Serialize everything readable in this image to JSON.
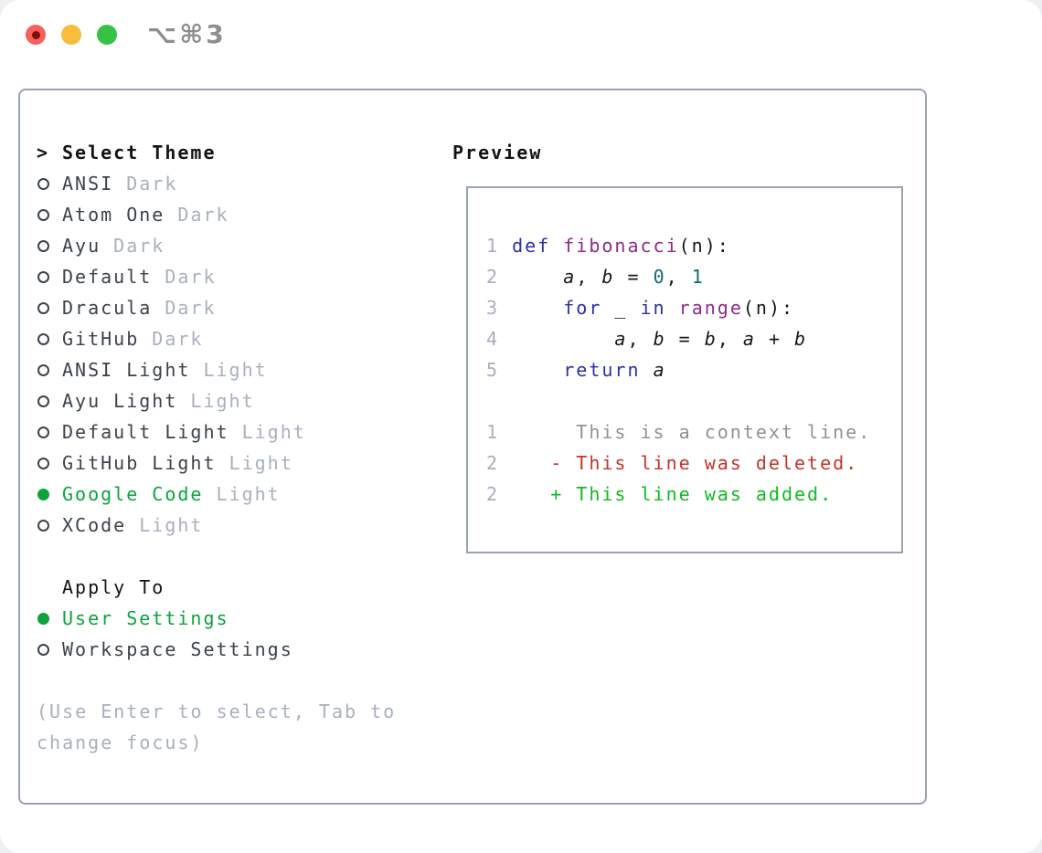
{
  "titlebar": {
    "shortcut": "⌥⌘3"
  },
  "theme_panel": {
    "header": {
      "marker": ">",
      "label": "Select Theme"
    },
    "themes": [
      {
        "name": "ANSI",
        "variant": "Dark",
        "selected": false
      },
      {
        "name": "Atom One",
        "variant": "Dark",
        "selected": false
      },
      {
        "name": "Ayu",
        "variant": "Dark",
        "selected": false
      },
      {
        "name": "Default",
        "variant": "Dark",
        "selected": false
      },
      {
        "name": "Dracula",
        "variant": "Dark",
        "selected": false
      },
      {
        "name": "GitHub",
        "variant": "Dark",
        "selected": false
      },
      {
        "name": "ANSI Light",
        "variant": "Light",
        "selected": false
      },
      {
        "name": "Ayu Light",
        "variant": "Light",
        "selected": false
      },
      {
        "name": "Default Light",
        "variant": "Light",
        "selected": false
      },
      {
        "name": "GitHub Light",
        "variant": "Light",
        "selected": false
      },
      {
        "name": "Google Code",
        "variant": "Light",
        "selected": true
      },
      {
        "name": "XCode",
        "variant": "Light",
        "selected": false
      }
    ],
    "apply_to": {
      "label": "Apply To",
      "options": [
        {
          "name": "User Settings",
          "selected": true
        },
        {
          "name": "Workspace Settings",
          "selected": false
        }
      ]
    },
    "hint_lines": [
      "(Use Enter to select, Tab to",
      "change focus)"
    ]
  },
  "preview": {
    "title": "Preview",
    "code_lines": [
      [
        {
          "c": "ln",
          "t": "1 "
        },
        {
          "c": "kw",
          "t": "def"
        },
        {
          "c": "pl",
          "t": " "
        },
        {
          "c": "fn",
          "t": "fibonacci"
        },
        {
          "c": "pl",
          "t": "(n):"
        }
      ],
      [
        {
          "c": "ln",
          "t": "2 "
        },
        {
          "c": "pl",
          "t": "    "
        },
        {
          "c": "var",
          "t": "a"
        },
        {
          "c": "pl",
          "t": ", "
        },
        {
          "c": "var",
          "t": "b"
        },
        {
          "c": "pl",
          "t": " = "
        },
        {
          "c": "num",
          "t": "0"
        },
        {
          "c": "pl",
          "t": ", "
        },
        {
          "c": "num",
          "t": "1"
        }
      ],
      [
        {
          "c": "ln",
          "t": "3 "
        },
        {
          "c": "pl",
          "t": "    "
        },
        {
          "c": "kw",
          "t": "for"
        },
        {
          "c": "pl",
          "t": " _ "
        },
        {
          "c": "kw",
          "t": "in"
        },
        {
          "c": "pl",
          "t": " "
        },
        {
          "c": "fn",
          "t": "range"
        },
        {
          "c": "pl",
          "t": "(n):"
        }
      ],
      [
        {
          "c": "ln",
          "t": "4 "
        },
        {
          "c": "pl",
          "t": "        "
        },
        {
          "c": "var",
          "t": "a"
        },
        {
          "c": "pl",
          "t": ", "
        },
        {
          "c": "var",
          "t": "b"
        },
        {
          "c": "pl",
          "t": " = "
        },
        {
          "c": "var",
          "t": "b"
        },
        {
          "c": "pl",
          "t": ", "
        },
        {
          "c": "var",
          "t": "a"
        },
        {
          "c": "pl",
          "t": " + "
        },
        {
          "c": "var",
          "t": "b"
        }
      ],
      [
        {
          "c": "ln",
          "t": "5 "
        },
        {
          "c": "pl",
          "t": "    "
        },
        {
          "c": "kw",
          "t": "return"
        },
        {
          "c": "pl",
          "t": " "
        },
        {
          "c": "var",
          "t": "a"
        }
      ],
      [],
      [
        {
          "c": "ln",
          "t": "1"
        },
        {
          "c": "ctx",
          "t": "      This is a context line."
        }
      ],
      [
        {
          "c": "ln",
          "t": "2"
        },
        {
          "c": "pl",
          "t": "    "
        },
        {
          "c": "del",
          "t": "- This line was deleted."
        }
      ],
      [
        {
          "c": "ln",
          "t": "2"
        },
        {
          "c": "pl",
          "t": "    "
        },
        {
          "c": "add",
          "t": "+ This line was added."
        }
      ]
    ]
  },
  "colors": {
    "green_accent": "#0ca33c",
    "text_black": "#121417",
    "text_dark": "#3c434b",
    "text_muted": "#a9b1bd",
    "border": "#9aa3b0",
    "line_number": "#a9b1bd",
    "keyword_blue": "#2b30ab",
    "function_purple": "#8f2a8d",
    "number_teal": "#0d6b6f",
    "code_text": "#181818",
    "context_gray": "#8d939b",
    "diff_red": "#c53427",
    "diff_green": "#10bb22",
    "traffic_red": "#f8605a",
    "traffic_red_dot": "#7b100c",
    "traffic_yellow": "#f9bd3e",
    "traffic_green": "#35c245",
    "shortcut_gray": "#8e8e93"
  }
}
